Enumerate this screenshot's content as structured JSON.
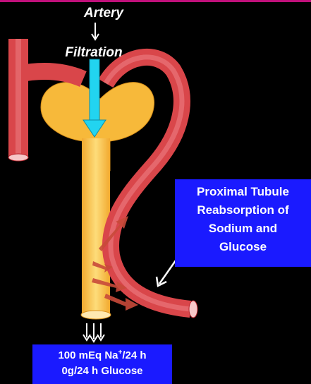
{
  "labels": {
    "artery": "Artery",
    "filtration": "Filtration"
  },
  "callout_reabsorption": {
    "line1": "Proximal Tubule",
    "line2": "Reabsorption of",
    "line3": "Sodium and",
    "line4": "Glucose"
  },
  "callout_output": {
    "line1_prefix": "100 mEq Na",
    "line1_sup": "+",
    "line1_suffix": "/24 h",
    "line2": "0g/24 h Glucose"
  },
  "colors": {
    "background": "#000000",
    "accent_bar": "#c0107a",
    "vessel": "#d9464a",
    "tubule": "#f9c042",
    "filtration_arrow": "#22d4f0",
    "callout_box": "#1a1aff"
  }
}
